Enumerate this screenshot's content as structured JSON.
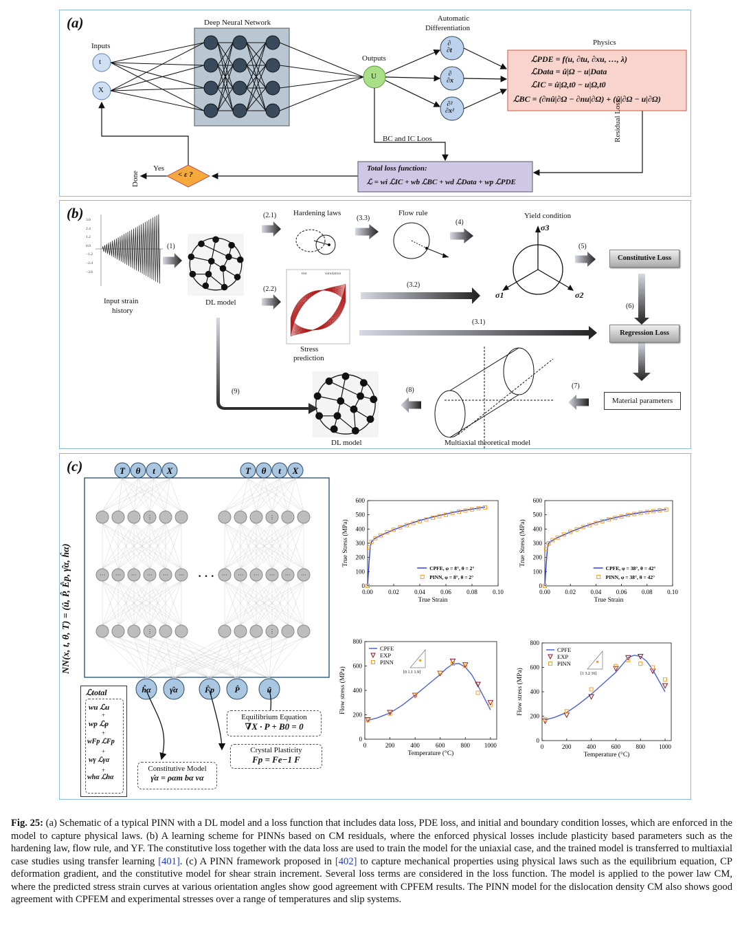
{
  "panel_a": {
    "label": "(a)",
    "dnn_title": "Deep Neural Network",
    "inputs_title": "Inputs",
    "input_t": "t",
    "input_x": "X",
    "outputs_title": "Outputs",
    "output_u": "U",
    "ad_title_1": "Automatic",
    "ad_title_2": "Differentiation",
    "physics_title": "Physics",
    "eq_pde": "ℒPDE = f(u, ∂tu, ∂xu, …, λ)",
    "eq_data": "ℒData = û|Ω − u|Data",
    "eq_ic": "ℒIC = û|Ω,t0 − u|Ω,t0",
    "eq_bc": "ℒBC = (∂nû|∂Ω − ∂nu|∂Ω) + (û|∂Ω − u|∂Ω)",
    "bc_ic_loss": "BC and IC Loos",
    "residual_loss": "Residual Loss",
    "total_title": "Total loss function:",
    "total_eq": "ℒ = wi ℒIC + wb ℒBC + wd ℒData + wp ℒPDE",
    "check": "< ε ?",
    "yes": "Yes",
    "done": "Done"
  },
  "panel_b": {
    "label": "(b)",
    "input_strain_1": "Input strain",
    "input_strain_2": "history",
    "yticks": [
      "3.6",
      "2.4",
      "1.2",
      "0.0",
      "−1.2",
      "−2.4",
      "−3.6"
    ],
    "dl_model": "DL model",
    "dl_model_2": "DL model",
    "s1": "(1)",
    "s21": "(2.1)",
    "s22": "(2.2)",
    "s33": "(3.3)",
    "s4": "(4)",
    "s5": "(5)",
    "s6": "(6)",
    "s7": "(7)",
    "s8": "(8)",
    "s9": "(9)",
    "s32": "(3.2)",
    "s31": "(3.1)",
    "hardening": "Hardening laws",
    "flow_rule": "Flow rule",
    "yield": "Yield condition",
    "sigma1": "σ1",
    "sigma2": "σ2",
    "sigma3": "σ3",
    "constitutive_loss": "Constitutive Loss",
    "regression_loss": "Regression Loss",
    "material_params": "Material parameters",
    "stress_pred_1": "Stress",
    "stress_pred_2": "prediction",
    "legend_test": "test",
    "legend_sim": "simulation",
    "multiaxial": "Multiaxial theoretical model"
  },
  "panel_c": {
    "label": "(c)",
    "nn_label": "NN(x, t, θ, T) = (û, P̂, Êp, γ̂α, ĥα)",
    "inputs": [
      "T",
      "θ",
      "t",
      "X"
    ],
    "outputs": [
      "ĥα",
      "γ̂α",
      "F̂p",
      "P̂",
      "û"
    ],
    "ltotal": "ℒtotal",
    "loss_terms": [
      "wu ℒu",
      "wp ℒp",
      "wFp ℒFp",
      "wγ ℒγα",
      "whα ℒhα"
    ],
    "plus": "+",
    "equilibrium_title": "Equilibrium Equation",
    "equilibrium_eq": "∇X · P + B0 = 0",
    "crystal_title": "Crystal Plasticity",
    "crystal_eq": "Fp = Fe−1 F",
    "constitutive_title": "Constitutive Model",
    "constitutive_eq": "γ̇α = ραm bα vα",
    "dots": "· · ·"
  },
  "chart_data": [
    {
      "type": "line",
      "xlabel": "True Strain",
      "ylabel": "True Stress (MPa)",
      "xlim": [
        0,
        0.1
      ],
      "ylim": [
        0,
        600
      ],
      "xticks": [
        "0.00",
        "0.02",
        "0.04",
        "0.06",
        "0.08",
        "0.10"
      ],
      "yticks": [
        "0",
        "100",
        "200",
        "300",
        "400",
        "500",
        "600"
      ],
      "series": [
        {
          "name": "CPFE, φ = 8°, θ = 2°",
          "style": "line",
          "color": "#2b3fe0",
          "x": [
            0,
            0.001,
            0.002,
            0.003,
            0.005,
            0.01,
            0.02,
            0.03,
            0.04,
            0.05,
            0.06,
            0.07,
            0.08,
            0.09
          ],
          "y": [
            0,
            150,
            270,
            310,
            330,
            355,
            395,
            430,
            460,
            485,
            505,
            525,
            540,
            555
          ]
        },
        {
          "name": "PINN, φ = 8°, θ = 2°",
          "style": "marker",
          "color": "#f0a030",
          "x": [
            0,
            0.001,
            0.003,
            0.006,
            0.01,
            0.015,
            0.02,
            0.025,
            0.03,
            0.035,
            0.04,
            0.045,
            0.05,
            0.055,
            0.06,
            0.065,
            0.07,
            0.075,
            0.08,
            0.085,
            0.09
          ],
          "y": [
            0,
            270,
            310,
            335,
            355,
            378,
            395,
            412,
            428,
            442,
            455,
            467,
            480,
            490,
            500,
            512,
            522,
            530,
            538,
            546,
            552
          ]
        }
      ],
      "legend": "bottom-right"
    },
    {
      "type": "line",
      "xlabel": "True Strain",
      "ylabel": "True Stress (MPa)",
      "xlim": [
        0,
        0.1
      ],
      "ylim": [
        0,
        600
      ],
      "xticks": [
        "0.00",
        "0.02",
        "0.04",
        "0.06",
        "0.08",
        "0.10"
      ],
      "yticks": [
        "0",
        "100",
        "200",
        "300",
        "400",
        "500",
        "600"
      ],
      "series": [
        {
          "name": "CPFE, φ = 38°, θ = 42°",
          "style": "line",
          "color": "#2b3fe0",
          "x": [
            0,
            0.001,
            0.002,
            0.003,
            0.005,
            0.01,
            0.02,
            0.03,
            0.04,
            0.05,
            0.06,
            0.07,
            0.08,
            0.09,
            0.095
          ],
          "y": [
            0,
            150,
            260,
            300,
            315,
            340,
            380,
            415,
            445,
            470,
            490,
            508,
            522,
            532,
            538
          ]
        },
        {
          "name": "PINN, φ = 38°, θ = 42°",
          "style": "marker",
          "color": "#f0a030",
          "x": [
            0,
            0.001,
            0.003,
            0.006,
            0.01,
            0.015,
            0.02,
            0.025,
            0.03,
            0.035,
            0.04,
            0.045,
            0.05,
            0.055,
            0.06,
            0.065,
            0.07,
            0.075,
            0.08,
            0.085,
            0.09,
            0.095
          ],
          "y": [
            0,
            260,
            300,
            322,
            340,
            362,
            380,
            398,
            414,
            428,
            442,
            455,
            468,
            478,
            488,
            498,
            506,
            514,
            520,
            526,
            532,
            536
          ]
        }
      ],
      "legend": "bottom-right"
    },
    {
      "type": "line",
      "xlabel": "Temperature (°C)",
      "ylabel": "Flow stress (MPa)",
      "xlim": [
        0,
        1050
      ],
      "ylim": [
        0,
        800
      ],
      "xticks": [
        "0",
        "200",
        "400",
        "600",
        "800",
        "1000"
      ],
      "yticks": [
        "0",
        "200",
        "400",
        "600",
        "800"
      ],
      "inset_label": "[0 1.1 1.9]",
      "series": [
        {
          "name": "CPFE",
          "style": "line",
          "color": "#4a62d8",
          "x": [
            25,
            100,
            200,
            300,
            400,
            500,
            600,
            650,
            700,
            750,
            800,
            850,
            900,
            950,
            1000
          ],
          "y": [
            155,
            175,
            215,
            280,
            360,
            445,
            530,
            580,
            615,
            620,
            590,
            530,
            440,
            340,
            240
          ]
        },
        {
          "name": "EXP",
          "style": "triangle",
          "color": "#8b1a1a",
          "x": [
            25,
            200,
            400,
            600,
            700,
            800,
            900,
            1000
          ],
          "y": [
            160,
            220,
            360,
            540,
            640,
            610,
            450,
            300
          ]
        },
        {
          "name": "PINN",
          "style": "square",
          "color": "#f0a030",
          "x": [
            25,
            200,
            400,
            600,
            700,
            800,
            900,
            1000
          ],
          "y": [
            155,
            210,
            360,
            545,
            620,
            600,
            380,
            280
          ]
        }
      ],
      "legend": "top-left"
    },
    {
      "type": "line",
      "xlabel": "Temperature (°C)",
      "ylabel": "Flow stress (MPa)",
      "xlim": [
        0,
        1050
      ],
      "ylim": [
        0,
        800
      ],
      "xticks": [
        "0",
        "200",
        "400",
        "600",
        "800",
        "1000"
      ],
      "yticks": [
        "0",
        "200",
        "400",
        "600",
        "800"
      ],
      "inset_label": "[1 3.2 16]",
      "series": [
        {
          "name": "CPFE",
          "style": "line",
          "color": "#4a62d8",
          "x": [
            25,
            100,
            200,
            300,
            400,
            500,
            600,
            650,
            700,
            750,
            800,
            850,
            900,
            950,
            1000
          ],
          "y": [
            170,
            190,
            230,
            300,
            380,
            470,
            560,
            620,
            680,
            700,
            690,
            650,
            580,
            490,
            400
          ]
        },
        {
          "name": "EXP",
          "style": "triangle",
          "color": "#8b1a1a",
          "x": [
            25,
            200,
            400,
            600,
            700,
            800,
            900,
            1000
          ],
          "y": [
            160,
            210,
            360,
            590,
            680,
            690,
            570,
            450
          ]
        },
        {
          "name": "PINN",
          "style": "square",
          "color": "#f0a030",
          "x": [
            25,
            200,
            400,
            600,
            700,
            800,
            900,
            1000
          ],
          "y": [
            175,
            240,
            420,
            610,
            660,
            630,
            600,
            500
          ]
        }
      ],
      "legend": "top-left"
    }
  ],
  "caption": {
    "label": "Fig. 25:",
    "text_a": " (a) Schematic of a typical PINN with a DL model and a loss function that includes data loss, PDE loss, and initial and boundary condition losses, which are enforced in the model to capture physical laws. (b) A learning scheme for PINNs based on CM residuals, where the enforced physical losses include plasticity based parameters such as the hardening law, flow rule, and YF. The constitutive loss together with the data loss are used to train the model for the uniaxial case, and the trained model is transferred to multiaxial case studies using transfer learning ",
    "ref1": "[401]",
    "text_b": ". (c) A PINN framework proposed in ",
    "ref2": "[402]",
    "text_c": " to capture mechanical properties using physical laws such as the equilibrium equation, CP deformation gradient, and the constitutive model for shear strain increment. Several loss terms are considered in the loss function. The model is applied to the power law CM, where the predicted stress strain curves at various orientation angles show good agreement with CPFEM results. The PINN model for the dislocation density CM also shows good agreement with CPFEM and experimental stresses over a range of temperatures and slip systems."
  }
}
